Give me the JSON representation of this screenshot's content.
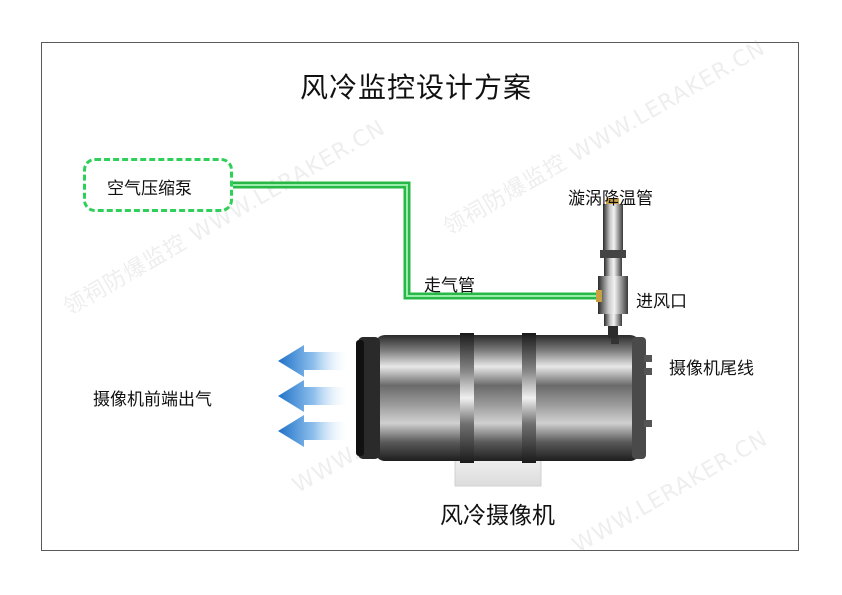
{
  "title": "风冷监控设计方案",
  "labels": {
    "compressor": "空气压缩泵",
    "air_pipe": "走气管",
    "vortex_tube": "漩涡降温管",
    "air_inlet": "进风口",
    "camera_tail_cable": "摄像机尾线",
    "front_exhaust": "摄像机前端出气",
    "camera": "风冷摄像机"
  },
  "watermarks": [
    "领祠防爆监控 WWW.LERAKER.CN",
    "领祠防爆监控 WWW.LERAKER.CN",
    "WWW.LERAKER.CN",
    "WWW.LERAKER.CN"
  ],
  "colors": {
    "pipe": "#32c850",
    "arrow": "#2f7fd0",
    "frame": "#5a5a5a"
  }
}
